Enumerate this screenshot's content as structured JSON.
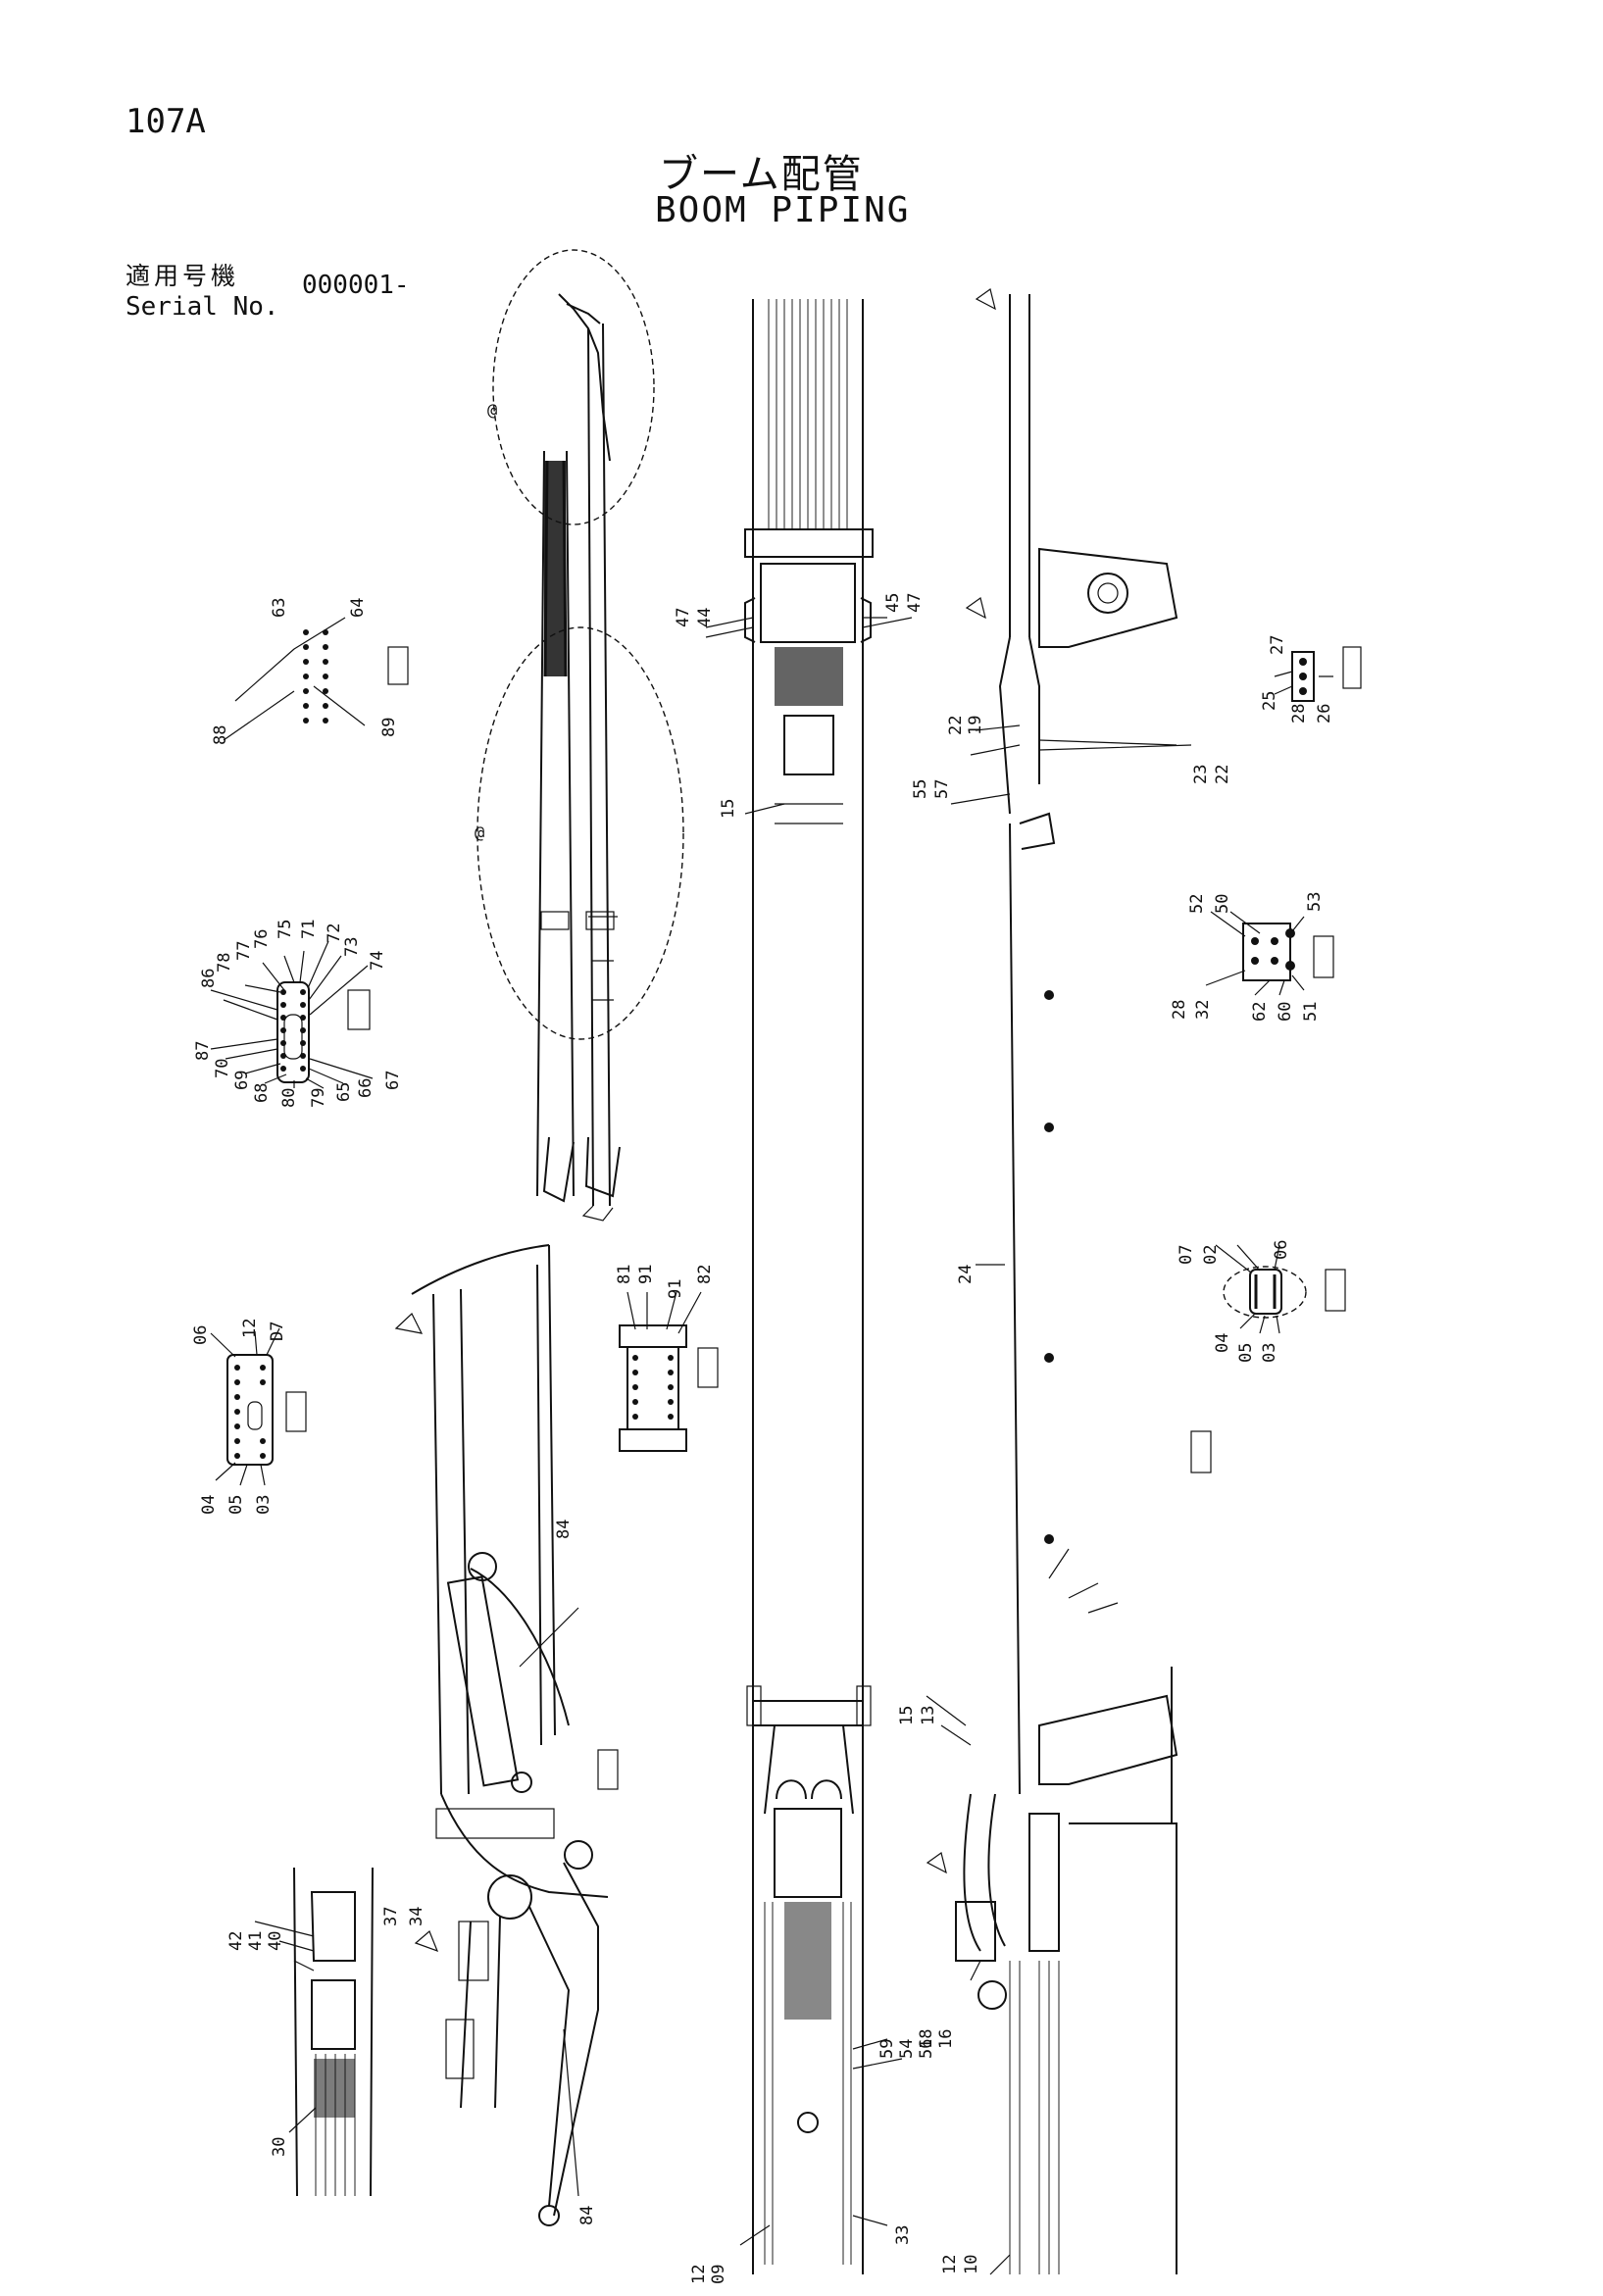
{
  "header": {
    "page_number": "107A",
    "title_jp": "ブーム配管",
    "title_en": "BOOM PIPING",
    "serial_label_jp": "適用号機",
    "serial_label_en": "Serial No.",
    "serial_value": "000001-"
  },
  "callouts": {
    "left_x_detail": [
      "63",
      "64",
      "88",
      "89"
    ],
    "left_block_detail": [
      "86",
      "78",
      "77",
      "76",
      "75",
      "71",
      "72",
      "73",
      "74",
      "87",
      "70",
      "69",
      "68",
      "80",
      "79",
      "65",
      "66",
      "67"
    ],
    "detail_l": [
      "06",
      "12",
      "D7",
      "04",
      "05",
      "03"
    ],
    "detail_h": [
      "81",
      "91",
      "91",
      "82"
    ],
    "arm_hoses": [
      "84",
      "84",
      "37",
      "34"
    ],
    "foot_detail": [
      "42",
      "41",
      "40",
      "30"
    ],
    "center_upper": [
      "47",
      "44",
      "45",
      "47",
      "15"
    ],
    "center_lower": [
      "12",
      "09",
      "59",
      "54",
      "56",
      "33"
    ],
    "right_upper": [
      "22",
      "19",
      "55",
      "57",
      "23",
      "22"
    ],
    "right_lower": [
      "15",
      "13",
      "18",
      "16",
      "12",
      "10",
      "24"
    ],
    "section_a": [
      "27",
      "25",
      "28",
      "26"
    ],
    "section_b": [
      "52",
      "50",
      "53",
      "28",
      "32",
      "62",
      "60",
      "51"
    ],
    "section_c": [
      "07",
      "02",
      "06",
      "04",
      "05",
      "03"
    ]
  }
}
